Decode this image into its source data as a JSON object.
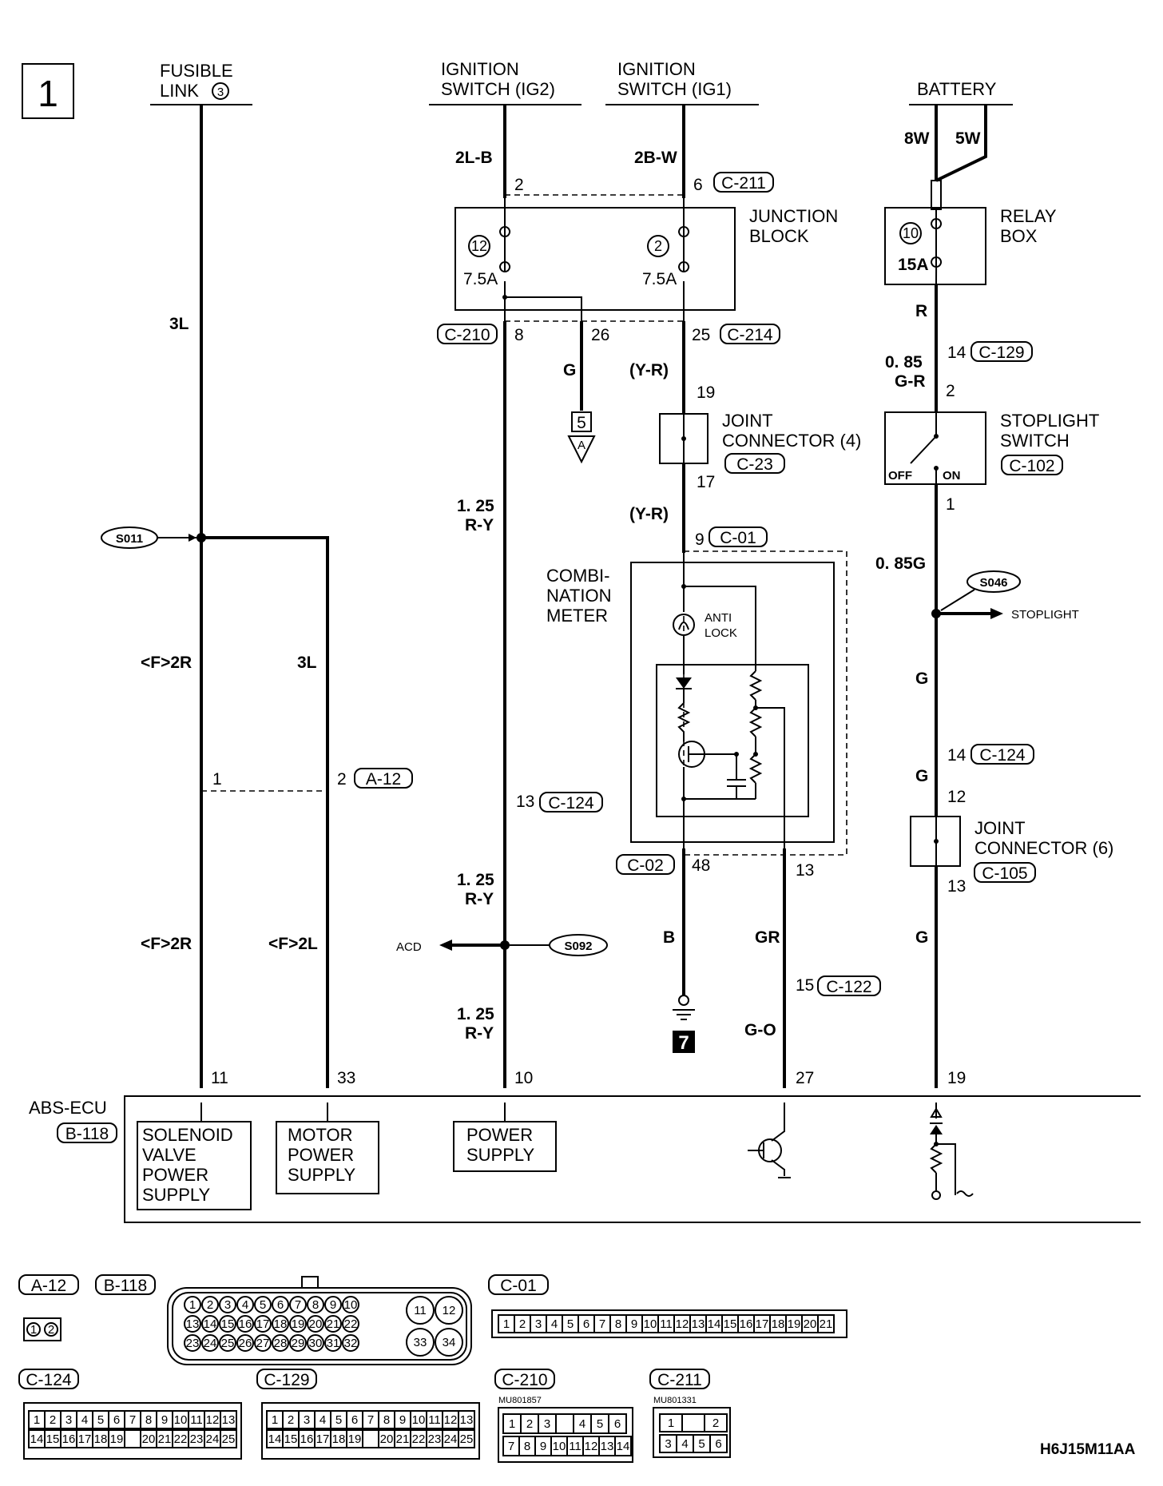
{
  "page_number": "1",
  "sources": {
    "fusible_link": {
      "line1": "FUSIBLE",
      "line2": "LINK",
      "num": "3"
    },
    "ig2": {
      "line1": "IGNITION",
      "line2": "SWITCH (IG2)"
    },
    "ig1": {
      "line1": "IGNITION",
      "line2": "SWITCH (IG1)"
    },
    "battery": {
      "label": "BATTERY",
      "wire_a": "8W",
      "wire_b": "5W"
    }
  },
  "junction_block": {
    "line1": "JUNCTION",
    "line2": "BLOCK",
    "fuse_a": {
      "num": "12",
      "rating": "7.5A"
    },
    "fuse_b": {
      "num": "2",
      "rating": "7.5A"
    },
    "pin_top_a": "2",
    "pin_top_b": "6",
    "conn_top": "C-211",
    "pin_out_a": "8",
    "pin_out_mid": "26",
    "pin_out_b": "25",
    "conn_out_a": "C-210",
    "conn_out_b": "C-214"
  },
  "relay_box": {
    "line1": "RELAY",
    "line2": "BOX",
    "fuse_num": "10",
    "rating": "15A"
  },
  "wires": {
    "w_3l": "3L",
    "w_2lb": "2L-B",
    "w_2bw": "2B-W",
    "w_g": "G",
    "w_yr1": "(Y-R)",
    "w_125a": "1. 25",
    "w_ry_a": "R-Y",
    "w_yr2": "(Y-R)",
    "w_f2r_a": "<F>2R",
    "w_3l_b": "3L",
    "w_125b": "1. 25",
    "w_ry_b": "R-Y",
    "w_f2r_b": "<F>2R",
    "w_f2l": "<F>2L",
    "w_125c": "1. 25",
    "w_ry_c": "R-Y",
    "w_b": "B",
    "w_gr": "GR",
    "w_go": "G-O",
    "w_r": "R",
    "w_085": "0. 85",
    "w_gr2": "G-R",
    "w_085g": "0. 85G",
    "w_g2": "G",
    "w_g3": "G",
    "w_g4": "G"
  },
  "connectors": {
    "a5": "5",
    "a5_sub": "A",
    "jc4_pin_in": "19",
    "jc4_pin_out": "17",
    "jc4_line1": "JOINT",
    "jc4_line2": "CONNECTOR (4)",
    "jc4_conn": "C-23",
    "c01_pin": "9",
    "c01": "C-01",
    "c129_pin": "14",
    "c129": "C-129",
    "stop_pin_in": "2",
    "stop_pin_out": "1",
    "stop_line1": "STOPLIGHT",
    "stop_line2": "SWITCH",
    "stop_conn": "C-102",
    "stop_off": "OFF",
    "stop_on": "ON",
    "c124_pin_r": "14",
    "c124_r": "C-124",
    "jc6_pin_in": "12",
    "jc6_pin_out": "13",
    "jc6_line1": "JOINT",
    "jc6_line2": "CONNECTOR (6)",
    "jc6_conn": "C-105",
    "a12_pin1": "1",
    "a12_pin2": "2",
    "a12": "A-12",
    "c124_pin_m": "13",
    "c124_m": "C-124",
    "c02": "C-02",
    "c02_pin": "48",
    "meter_pin13": "13",
    "c122_pin": "15",
    "c122": "C-122",
    "ground": "7"
  },
  "splices": {
    "s011": "S011",
    "s092": "S092",
    "s046": "S046",
    "acd": "ACD",
    "stoplight": "STOPLIGHT"
  },
  "meter": {
    "line1": "COMBI-",
    "line2": "NATION",
    "line3": "METER",
    "lamp1": "ANTI",
    "lamp2": "LOCK"
  },
  "ecu": {
    "label": "ABS-ECU",
    "conn": "B-118",
    "pins": [
      "11",
      "33",
      "10",
      "27",
      "19"
    ],
    "box1": [
      "SOLENOID",
      "VALVE",
      "POWER",
      "SUPPLY"
    ],
    "box2": [
      "MOTOR",
      "POWER",
      "SUPPLY"
    ],
    "box3": [
      "POWER",
      "SUPPLY"
    ]
  },
  "legend": {
    "a12": "A-12",
    "b118": "B-118",
    "c01": "C-01",
    "c124": "C-124",
    "c129": "C-129",
    "c210": "C-210",
    "c210_part": "MU801857",
    "c211": "C-211",
    "c211_part": "MU801331",
    "a12_pins": [
      "1",
      "2"
    ],
    "b118_row1": [
      "1",
      "2",
      "3",
      "4",
      "5",
      "6",
      "7",
      "8",
      "9",
      "10"
    ],
    "b118_row2": [
      "13",
      "14",
      "15",
      "16",
      "17",
      "18",
      "19",
      "20",
      "21",
      "22"
    ],
    "b118_row3": [
      "23",
      "24",
      "25",
      "26",
      "27",
      "28",
      "29",
      "30",
      "31",
      "32"
    ],
    "b118_big": [
      "11",
      "12",
      "33",
      "34"
    ],
    "c01_pins": [
      "1",
      "2",
      "3",
      "4",
      "5",
      "6",
      "7",
      "8",
      "9",
      "10",
      "11",
      "12",
      "13",
      "14",
      "15",
      "16",
      "17",
      "18",
      "19",
      "20",
      "21"
    ],
    "c124_row1": [
      "1",
      "2",
      "3",
      "4",
      "5",
      "6",
      "7",
      "8",
      "9",
      "10",
      "11",
      "12",
      "13"
    ],
    "c124_row2": [
      "14",
      "15",
      "16",
      "17",
      "18",
      "19",
      "",
      "20",
      "21",
      "22",
      "23",
      "24",
      "25"
    ],
    "c210_row1": [
      "1",
      "2",
      "3",
      "",
      "4",
      "5",
      "6"
    ],
    "c210_row2": [
      "7",
      "8",
      "9",
      "10",
      "11",
      "12",
      "13",
      "14"
    ],
    "c211_row1": [
      "1",
      "",
      "2"
    ],
    "c211_row2": [
      "3",
      "4",
      "5",
      "6"
    ]
  },
  "doc_code": "H6J15M11AA"
}
